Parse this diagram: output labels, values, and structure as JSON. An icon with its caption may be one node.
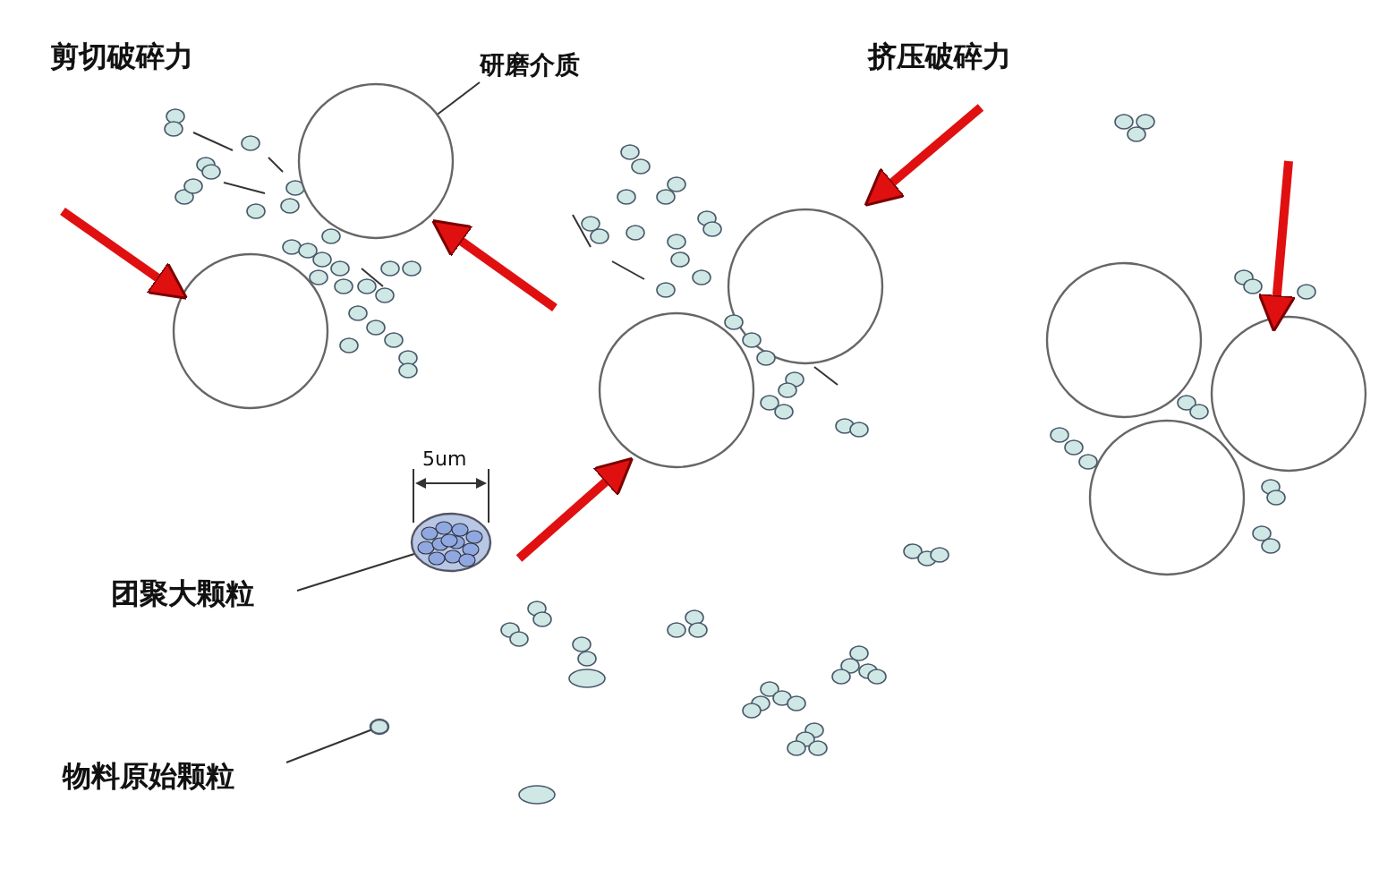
{
  "diagram": {
    "nodes": [
      {
        "text": [
          "研磨介质"
        ]
      },
      {
        "text": [],
        "shape": "circle"
      },
      {
        "text": [
          "团聚大颗粒"
        ]
      },
      {
        "text": [],
        "shape": "circle"
      },
      {
        "text": [
          "物料原始颗粒"
        ]
      },
      {
        "text": [],
        "shape": "circle"
      }
    ],
    "edges": [
      {
        "from": 0,
        "to": 1,
        "arrow": "none"
      },
      {
        "from": 2,
        "to": 3,
        "arrow": "none"
      },
      {
        "from": 4,
        "to": 5,
        "arrow": "none"
      }
    ],
    "labels": [
      "剪切破碎力",
      "挤压破碎力",
      "5um"
    ]
  }
}
